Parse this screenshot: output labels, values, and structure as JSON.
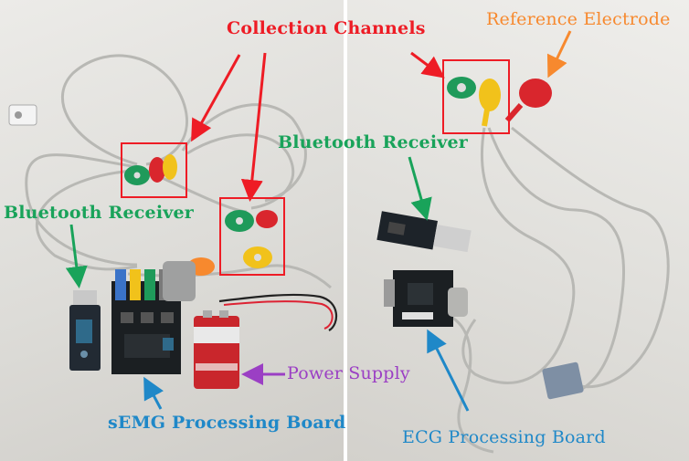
{
  "labels": {
    "collection_channels": "Collection Channels",
    "reference_electrode": "Reference Electrode",
    "bluetooth_receiver_left": "Bluetooth Receiver",
    "bluetooth_receiver_right": "Bluetooth Receiver",
    "power_supply": "Power Supply",
    "semg_board": "sEMG Processing Board",
    "ecg_board": "ECG Processing Board"
  },
  "colors": {
    "callout_red": "#ee1c25",
    "callout_green": "#19a35a",
    "callout_orange": "#f7892e",
    "callout_purple": "#9b3fc4",
    "callout_blue": "#1f88c8",
    "electrode_green": "#1f9a5a",
    "electrode_yellow": "#f1c21b",
    "electrode_red": "#d9262d",
    "cable_gray": "#b8b8b4"
  }
}
